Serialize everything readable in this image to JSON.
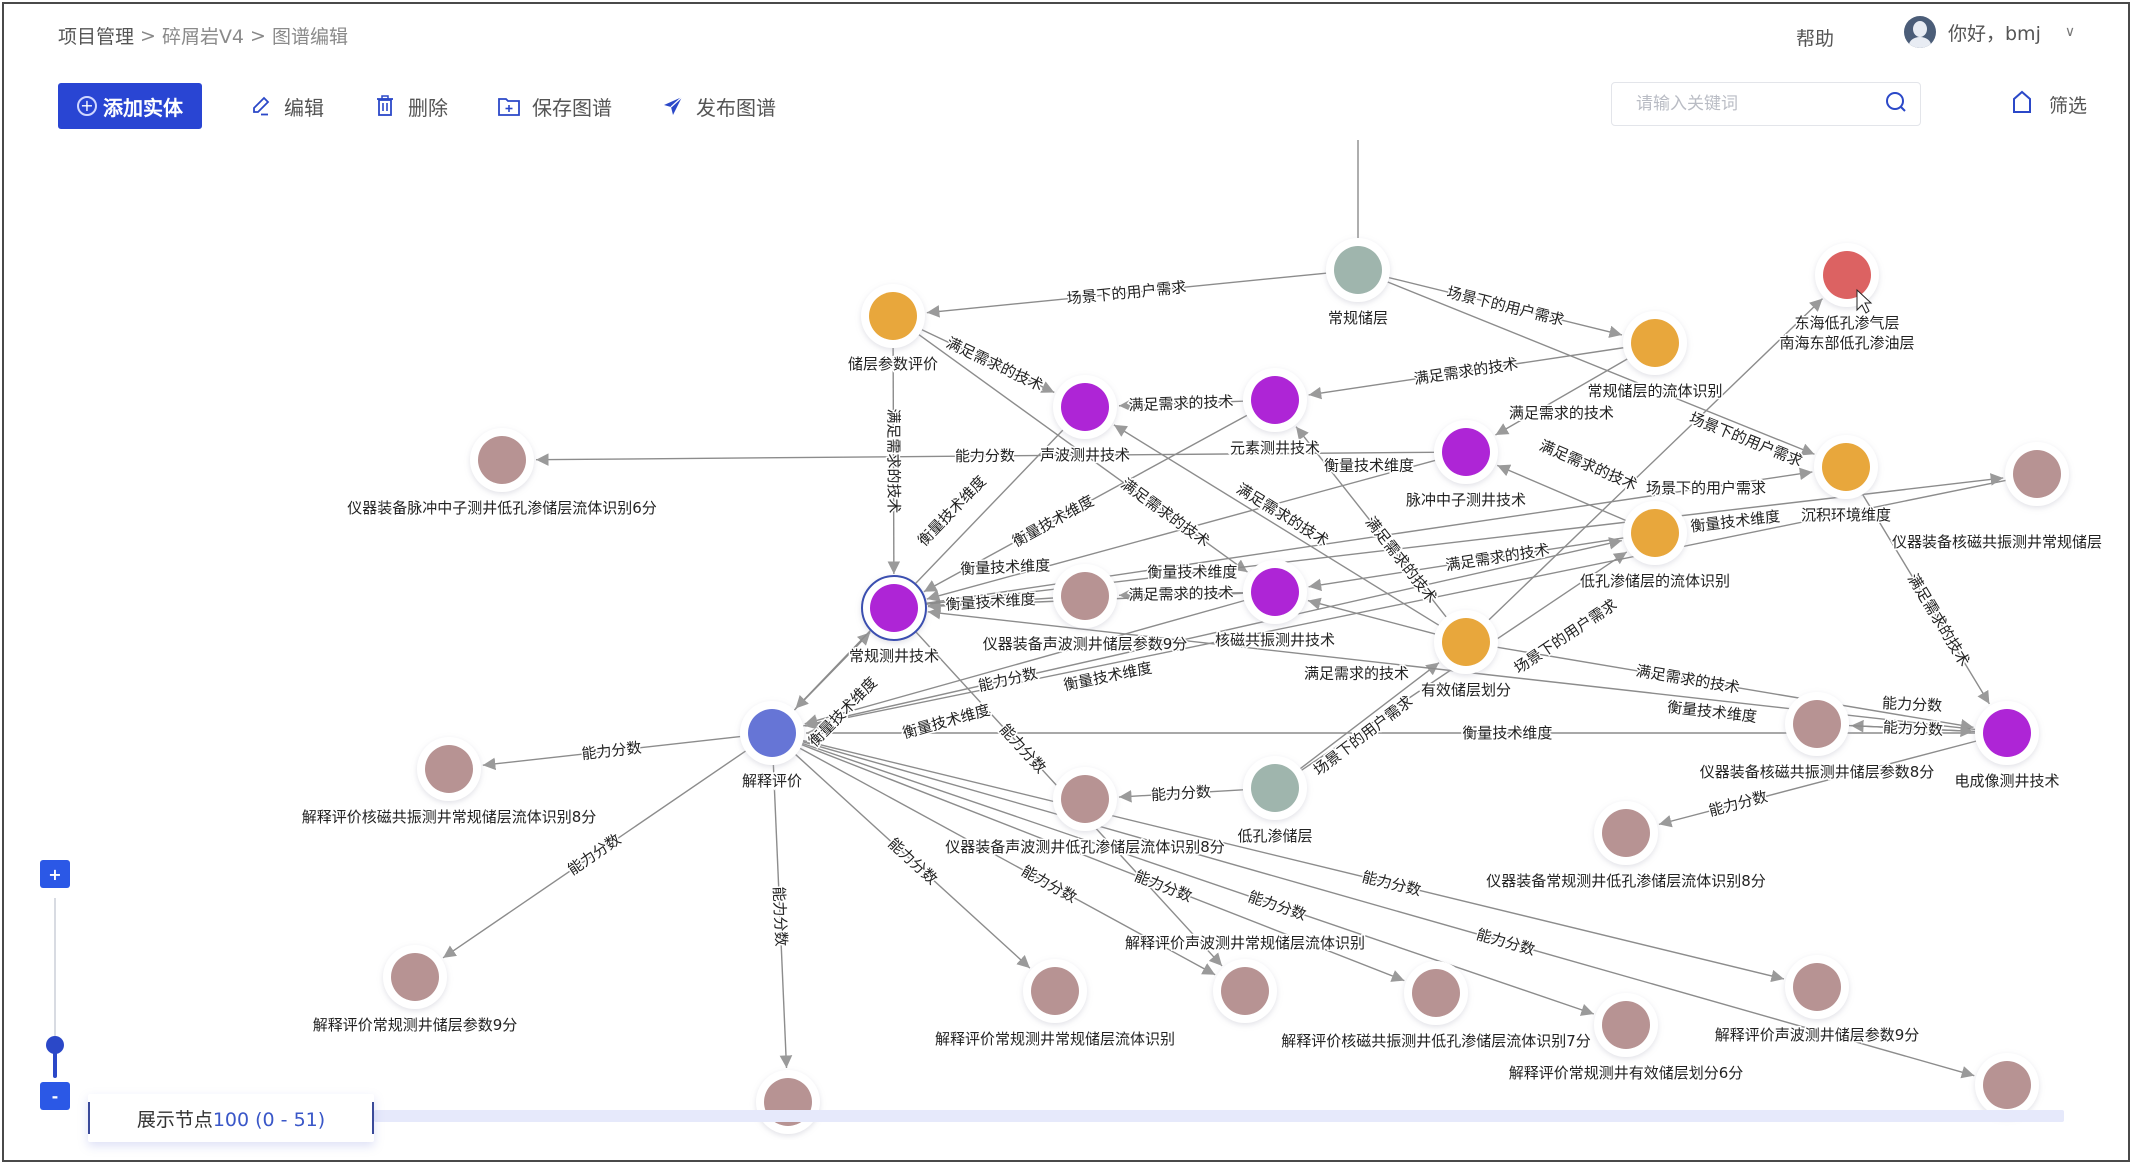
{
  "breadcrumb": {
    "items": [
      "项目管理",
      "碎屑岩V4",
      "图谱编辑"
    ],
    "separator": ">"
  },
  "header": {
    "help": "帮助",
    "greeting": "你好，bmj"
  },
  "toolbar": {
    "add_entity": "添加实体",
    "edit": "编辑",
    "delete": "删除",
    "save": "保存图谱",
    "publish": "发布图谱"
  },
  "search": {
    "placeholder": "请输入关键词",
    "value": ""
  },
  "filter": {
    "label": "筛选"
  },
  "zoom": {
    "in": "+",
    "out": "-",
    "level": 0.2
  },
  "node_counter": {
    "label": "展示节点",
    "value": "100 (0 - 51)"
  },
  "colors": {
    "primary": "#2945d3",
    "orange": "#e8a73c",
    "purple": "#ae25d6",
    "mauve": "#b79393",
    "graygreen": "#9fb5ad",
    "red": "#dc6262",
    "blue": "#6675d6",
    "edge": "#8c8c8c"
  },
  "graph": {
    "nodes": [
      {
        "id": "n1",
        "label": "常规储层",
        "color": "graygreen"
      },
      {
        "id": "n2",
        "label": "储层参数评价",
        "color": "orange"
      },
      {
        "id": "n3",
        "label": "东海低孔渗气层",
        "label2": "南海东部低孔渗油层",
        "color": "red"
      },
      {
        "id": "n4",
        "label": "常规储层的流体识别",
        "color": "orange"
      },
      {
        "id": "n5",
        "label": "声波测井技术",
        "color": "purple"
      },
      {
        "id": "n6",
        "label": "元素测井技术",
        "color": "purple"
      },
      {
        "id": "n7",
        "label": "仪器装备脉冲中子测井低孔渗储层流体识别6分",
        "color": "mauve"
      },
      {
        "id": "n8",
        "label": "脉冲中子测井技术",
        "color": "purple"
      },
      {
        "id": "n9",
        "label": "沉积环境维度",
        "color": "orange"
      },
      {
        "id": "n10",
        "label": "仪器装备核磁共振测井常规储层",
        "color": "mauve"
      },
      {
        "id": "n11",
        "label": "低孔渗储层的流体识别",
        "color": "orange"
      },
      {
        "id": "n12",
        "label": "常规测井技术",
        "color": "purple",
        "selected": true
      },
      {
        "id": "n13",
        "label": "仪器装备声波测井储层参数9分",
        "color": "mauve"
      },
      {
        "id": "n14",
        "label": "核磁共振测井技术",
        "color": "purple"
      },
      {
        "id": "n15",
        "label": "有效储层划分",
        "color": "orange"
      },
      {
        "id": "n16",
        "label": "解释评价",
        "color": "blue"
      },
      {
        "id": "n17",
        "label": "解释评价核磁共振测井常规储层流体识别8分",
        "color": "mauve"
      },
      {
        "id": "n18",
        "label": "仪器装备核磁共振测井储层参数8分",
        "color": "mauve"
      },
      {
        "id": "n19",
        "label": "电成像测井技术",
        "color": "purple"
      },
      {
        "id": "n20",
        "label": "仪器装备声波测井低孔渗储层流体识别8分",
        "color": "mauve"
      },
      {
        "id": "n21",
        "label": "低孔渗储层",
        "color": "graygreen"
      },
      {
        "id": "n22",
        "label": "仪器装备常规测井低孔渗储层流体识别8分",
        "color": "mauve"
      },
      {
        "id": "n23",
        "label": "解释评价常规测井储层参数9分",
        "color": "mauve"
      },
      {
        "id": "n24",
        "label": "解释评价常规测井常规储层流体识别",
        "color": "mauve"
      },
      {
        "id": "n25",
        "label": "解释评价声波测井常规储层流体识别",
        "color": "mauve"
      },
      {
        "id": "n26",
        "label": "解释评价核磁共振测井低孔渗储层流体识别7分",
        "color": "mauve"
      },
      {
        "id": "n27",
        "label": "解释评价常规测井有效储层划分6分",
        "color": "mauve"
      },
      {
        "id": "n28",
        "label": "解释评价声波测井储层参数9分",
        "color": "mauve"
      },
      {
        "id": "n29",
        "label": "",
        "color": "mauve"
      },
      {
        "id": "n30",
        "label": "",
        "color": "mauve"
      }
    ],
    "edges": [
      {
        "from": "n1",
        "to": "n2",
        "label": "场景下的用户需求"
      },
      {
        "from": "n1",
        "to": "n4",
        "label": "场景下的用户需求"
      },
      {
        "from": "n1",
        "to": "n9",
        "label": "场景下的用户需求"
      },
      {
        "from": "n2",
        "to": "n5",
        "label": "满足需求的技术"
      },
      {
        "from": "n2",
        "to": "n12",
        "label": "满足需求的技术"
      },
      {
        "from": "n2",
        "to": "n14",
        "label": "满足需求的技术"
      },
      {
        "from": "n6",
        "to": "n5",
        "label": "满足需求的技术"
      },
      {
        "from": "n4",
        "to": "n6",
        "label": "满足需求的技术"
      },
      {
        "from": "n11",
        "to": "n8",
        "label": "满足需求的技术"
      },
      {
        "from": "n4",
        "to": "n8",
        "label": "满足需求的技术"
      },
      {
        "from": "n15",
        "to": "n6",
        "label": "满足需求的技术"
      },
      {
        "from": "n15",
        "to": "n14",
        "label": "满足需求的技术"
      },
      {
        "from": "n15",
        "to": "n5",
        "label": "满足需求的技术"
      },
      {
        "from": "n11",
        "to": "n14",
        "label": "满足需求的技术"
      },
      {
        "from": "n15",
        "to": "n19",
        "label": "满足需求的技术"
      },
      {
        "from": "n9",
        "to": "n19",
        "label": "满足需求的技术"
      },
      {
        "from": "n21",
        "to": "n15",
        "label": "场景下的用户需求"
      },
      {
        "from": "n21",
        "to": "n11",
        "label": "场景下的用户需求"
      },
      {
        "from": "n15",
        "to": "n3",
        "label": "场景下的用户需求"
      },
      {
        "from": "n8",
        "to": "n7",
        "label": "能力分数"
      },
      {
        "from": "n16",
        "to": "n11",
        "label": "能力分数"
      },
      {
        "from": "n14",
        "to": "n13",
        "label": "满足需求的技术"
      },
      {
        "from": "n16",
        "to": "n12",
        "label": "衡量技术维度"
      },
      {
        "from": "n6",
        "to": "n12",
        "label": "衡量技术维度"
      },
      {
        "from": "n13",
        "to": "n12",
        "label": "衡量技术维度"
      },
      {
        "from": "n8",
        "to": "n12",
        "label": "衡量技术维度"
      },
      {
        "from": "n14",
        "to": "n12",
        "label": "衡量技术维度"
      },
      {
        "from": "n19",
        "to": "n12",
        "label": "衡量技术维度"
      },
      {
        "from": "n10",
        "to": "n16",
        "label": "衡量技术维度"
      },
      {
        "from": "n5",
        "to": "n16",
        "label": "衡量技术维度"
      },
      {
        "from": "n19",
        "to": "n16",
        "label": "衡量技术维度"
      },
      {
        "from": "n14",
        "to": "n16",
        "label": "衡量技术维度"
      },
      {
        "from": "n16",
        "to": "n17",
        "label": "能力分数"
      },
      {
        "from": "n16",
        "to": "n23",
        "label": "能力分数"
      },
      {
        "from": "n16",
        "to": "n24",
        "label": "能力分数"
      },
      {
        "from": "n16",
        "to": "n25",
        "label": "能力分数"
      },
      {
        "from": "n16",
        "to": "n26",
        "label": "能力分数"
      },
      {
        "from": "n16",
        "to": "n27",
        "label": "能力分数"
      },
      {
        "from": "n16",
        "to": "n28",
        "label": "能力分数"
      },
      {
        "from": "n16",
        "to": "n29",
        "label": "能力分数"
      },
      {
        "from": "n16",
        "to": "n30",
        "label": "能力分数"
      },
      {
        "from": "n21",
        "to": "n20",
        "label": "能力分数"
      },
      {
        "from": "n19",
        "to": "n18",
        "label": "能力分数"
      },
      {
        "from": "n19",
        "to": "n22",
        "label": "能力分数"
      },
      {
        "from": "n12",
        "to": "n25",
        "label": "能力分数"
      },
      {
        "from": "n18",
        "to": "n19",
        "label": "能力分数"
      },
      {
        "from": "n12",
        "to": "n10",
        "label": "衡量技术维度"
      },
      {
        "from": "n12",
        "to": "n9",
        "label": "衡量技术维度"
      }
    ]
  }
}
